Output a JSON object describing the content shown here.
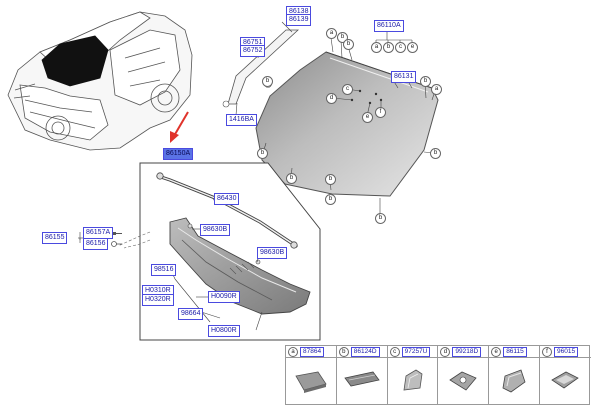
{
  "labels": {
    "p86138": "86138",
    "p86139": "86139",
    "p86751": "86751",
    "p86752": "86752",
    "p1416BA": "1416BA",
    "p86110A": "86110A",
    "p86131": "86131",
    "p86150A": "86150A",
    "p86430": "86430",
    "p98630B_a": "98630B",
    "p98630B_b": "98630B",
    "p86155": "86155",
    "p86157A": "86157A",
    "p86156": "86156",
    "p98516": "98516",
    "pH0310R": "H0310R",
    "pH0320R": "H0320R",
    "pH0090R": "H0090R",
    "p98664": "98664",
    "pH0800R": "H0800R"
  },
  "callouts": {
    "a": "a",
    "b": "b",
    "c": "c",
    "d": "d",
    "e": "e",
    "f": "f"
  },
  "legend": [
    {
      "letter": "a",
      "part": "87864"
    },
    {
      "letter": "b",
      "part": "86124D"
    },
    {
      "letter": "c",
      "part": "97257U"
    },
    {
      "letter": "d",
      "part": "99218D"
    },
    {
      "letter": "e",
      "part": "86115"
    },
    {
      "letter": "f",
      "part": "96015"
    }
  ],
  "colors": {
    "label_border": "#4a4adf",
    "label_text": "#1a1aa8",
    "highlight": "#5a73e6",
    "arrow": "#e0332b",
    "glass_light": "#d9d9d9",
    "glass_dark": "#8c8c8c"
  }
}
